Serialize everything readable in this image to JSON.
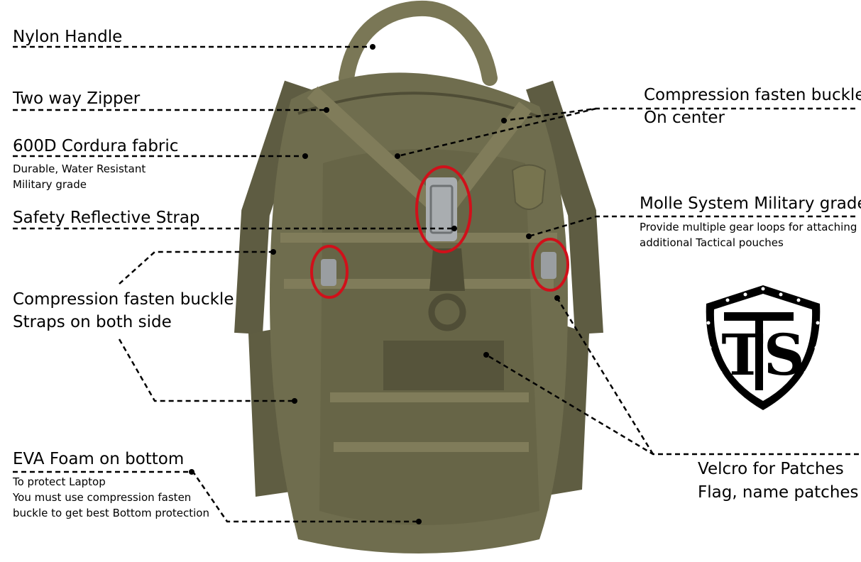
{
  "callouts": {
    "nylon_handle": "Nylon Handle",
    "two_way_zipper": "Two way Zipper",
    "cordura": {
      "title": "600D Cordura fabric",
      "line1": "Durable, Water Resistant",
      "line2": "Military grade"
    },
    "reflective": "Safety Reflective Strap",
    "side_buckle": {
      "line1": "Compression fasten buckle",
      "line2": "Straps on both side"
    },
    "eva": {
      "title": "EVA Foam on bottom",
      "line1": "To protect Laptop",
      "line2": "You must use compression fasten",
      "line3": "buckle to get best Bottom protection"
    },
    "center_buckle": {
      "line1": "Compression fasten buckle",
      "line2": "On center"
    },
    "molle": {
      "title": "Molle System Military grade",
      "line1": "Provide multiple gear loops for attaching",
      "line2": "additional Tactical pouches"
    },
    "velcro": {
      "line1": "Velcro for Patches",
      "line2": "Flag, name patches"
    }
  },
  "logo": {
    "letters": "TS"
  },
  "colors": {
    "backpack": "#6f6d4e",
    "backpack_dark": "#4f4d36",
    "webbing": "#807c5a",
    "highlight": "#d0101a",
    "reflective": "#a9adb0"
  }
}
